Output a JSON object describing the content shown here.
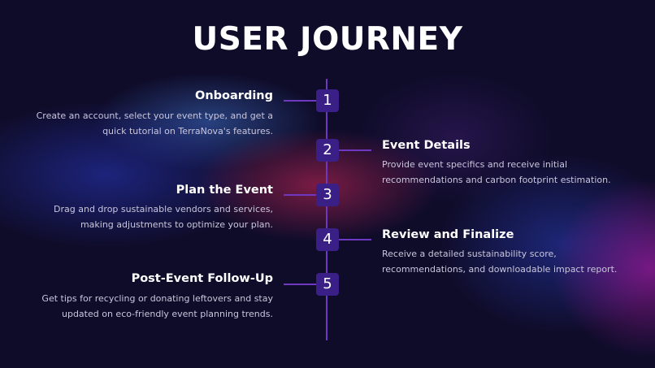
{
  "title": "USER JOURNEY",
  "steps": [
    {
      "number": "1",
      "title": "Onboarding",
      "desc_lines": [
        "Create an account, select your event type, and get a",
        "quick tutorial on TerraNova's features."
      ]
    },
    {
      "number": "2",
      "title": "Event Details",
      "desc_lines": [
        "Provide event specifics and receive initial",
        "recommendations and carbon footprint estimation."
      ]
    },
    {
      "number": "3",
      "title": "Plan the Event",
      "desc_lines": [
        "Drag and drop sustainable vendors and services,",
        "making adjustments to optimize your plan."
      ]
    },
    {
      "number": "4",
      "title": "Review and Finalize",
      "desc_lines": [
        "Receive a detailed sustainability score,",
        "recommendations, and downloadable impact report."
      ]
    },
    {
      "number": "5",
      "title": "Post-Event Follow-Up",
      "desc_lines": [
        "Get tips for recycling or donating leftovers and stay",
        "updated on eco-friendly event planning trends."
      ]
    }
  ],
  "colors": {
    "background": "#0f0c2a",
    "timeline": "#6e38c2",
    "node_fill": "#3a1f86",
    "title_text": "#ffffff",
    "desc_text": "#c9c6dc"
  }
}
